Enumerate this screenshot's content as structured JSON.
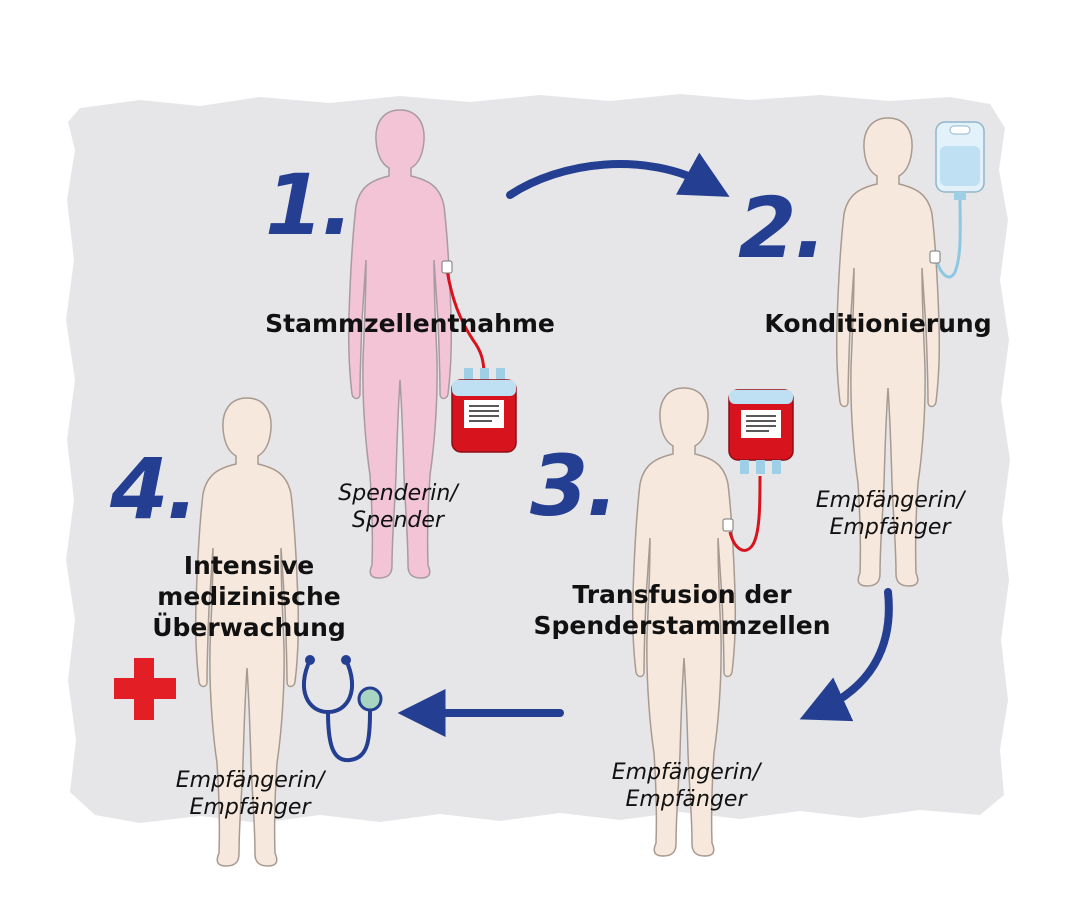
{
  "colors": {
    "background_panel": "#e6e6e8",
    "arrow": "#243e91",
    "step_number": "#243e91",
    "donor_body": "#f2c4d6",
    "recipient_body": "#f6e8dc",
    "blood": "#d7141d",
    "infusion_fluid": "#bfe0f2",
    "red_cross": "#e31e24"
  },
  "steps": [
    {
      "number": "1.",
      "title_lines": [
        "Stammzellentnahme"
      ],
      "role_lines": [
        "Spenderin/",
        "Spender"
      ]
    },
    {
      "number": "2.",
      "title_lines": [
        "Konditionierung"
      ],
      "role_lines": [
        "Empfängerin/",
        "Empfänger"
      ]
    },
    {
      "number": "3.",
      "title_lines": [
        "Transfusion der",
        "Spenderstammzellen"
      ],
      "role_lines": [
        "Empfängerin/",
        "Empfänger"
      ]
    },
    {
      "number": "4.",
      "title_lines": [
        "Intensive",
        "medizinische",
        "Überwachung"
      ],
      "role_lines": [
        "Empfängerin/",
        "Empfänger"
      ]
    }
  ],
  "icons": [
    "person-icon",
    "blood-bag-icon",
    "infusion-bag-icon",
    "stethoscope-icon",
    "red-cross-icon",
    "arrow-icon"
  ]
}
